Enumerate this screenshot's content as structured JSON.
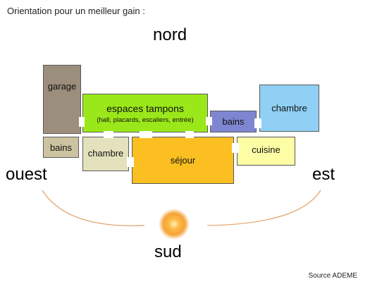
{
  "header": {
    "title": "Orientation pour un meilleur gain :"
  },
  "compass": {
    "north": "nord",
    "south": "sud",
    "east": "est",
    "west": "ouest"
  },
  "rooms": {
    "garage": "garage",
    "espaces_tampons": {
      "title": "espaces tampons",
      "subtitle": "(hall, placards, escaliers, entrée)"
    },
    "bains_small": "bains",
    "bains_center": "bains",
    "chambre_left": "chambre",
    "sejour": "séjour",
    "chambre_right": "chambre",
    "cuisine": "cuisine"
  },
  "source": "Source ADEME",
  "colors": {
    "garage": "#9c8e7c",
    "espaces_tampons": "#9be81a",
    "bains_small": "#cdc3a0",
    "chambre_left": "#e4e2bc",
    "sejour": "#fcbf21",
    "bains_center": "#7f86d1",
    "chambre_right": "#8fd0f4",
    "cuisine": "#fdfda6",
    "sun": "#f59a24",
    "arc": "#e2a36a"
  }
}
